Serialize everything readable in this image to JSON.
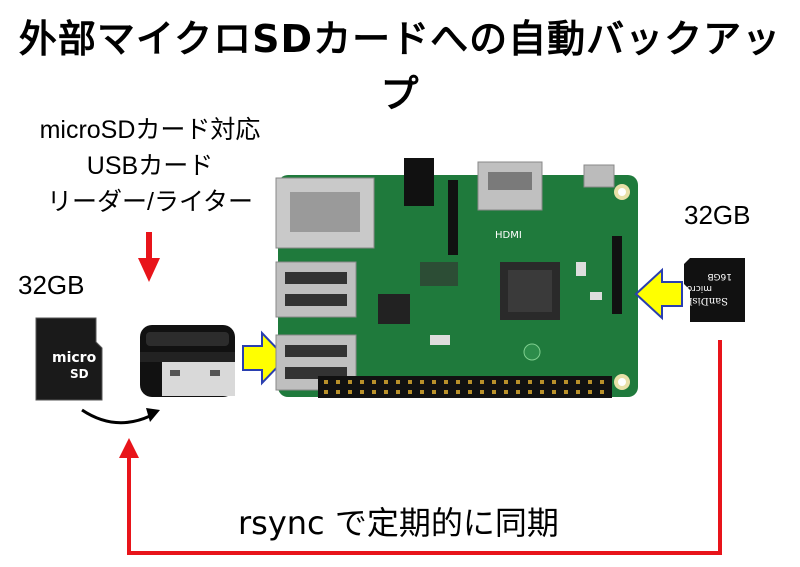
{
  "title": "外部マイクロSDカードへの自動バックアップ",
  "reader": {
    "line1": "microSDカード対応",
    "line2": "USBカード",
    "line3": "リーダー/ライター"
  },
  "left_card": {
    "capacity": "32GB",
    "logo_top": "micro",
    "logo_bottom": "SD"
  },
  "right_card": {
    "capacity": "32GB",
    "brand": "SanDisk",
    "size_text": "16GB",
    "logo": "micro"
  },
  "board": {
    "hdmi_label": "HDMI"
  },
  "sync_label": "rsync で定期的に同期",
  "colors": {
    "accent_red": "#e8141a",
    "arrow_yellow": "#ffff00",
    "board_green": "#1f7a3c"
  }
}
